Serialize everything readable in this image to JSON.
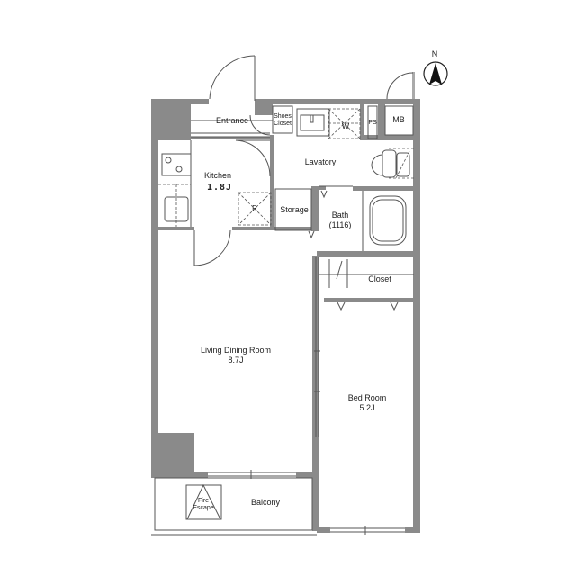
{
  "floorplan": {
    "compass": {
      "label": "N",
      "icon": "north-arrow-icon"
    },
    "colors": {
      "wall": "#8a8a8a",
      "line": "#555555",
      "background": "#ffffff"
    },
    "rooms": {
      "entrance": {
        "label": "Entrance"
      },
      "shoes_closet": {
        "line1": "Shoes",
        "line2": "Closet"
      },
      "washer": {
        "label": "W"
      },
      "ps": {
        "label": "PS"
      },
      "mb": {
        "label": "MB"
      },
      "kitchen": {
        "label": "Kitchen",
        "area": "1.8J"
      },
      "refrigerator": {
        "label": "R"
      },
      "lavatory": {
        "label": "Lavatory"
      },
      "storage": {
        "label": "Storage"
      },
      "bath": {
        "label": "Bath",
        "size": "(1116)"
      },
      "closet": {
        "label": "Closet"
      },
      "living": {
        "label": "Living Dining Room",
        "area": "8.7J"
      },
      "bedroom": {
        "label": "Bed Room",
        "area": "5.2J"
      },
      "fire_escape": {
        "line1": "Fire",
        "line2": "Escape"
      },
      "balcony": {
        "label": "Balcony"
      }
    }
  }
}
